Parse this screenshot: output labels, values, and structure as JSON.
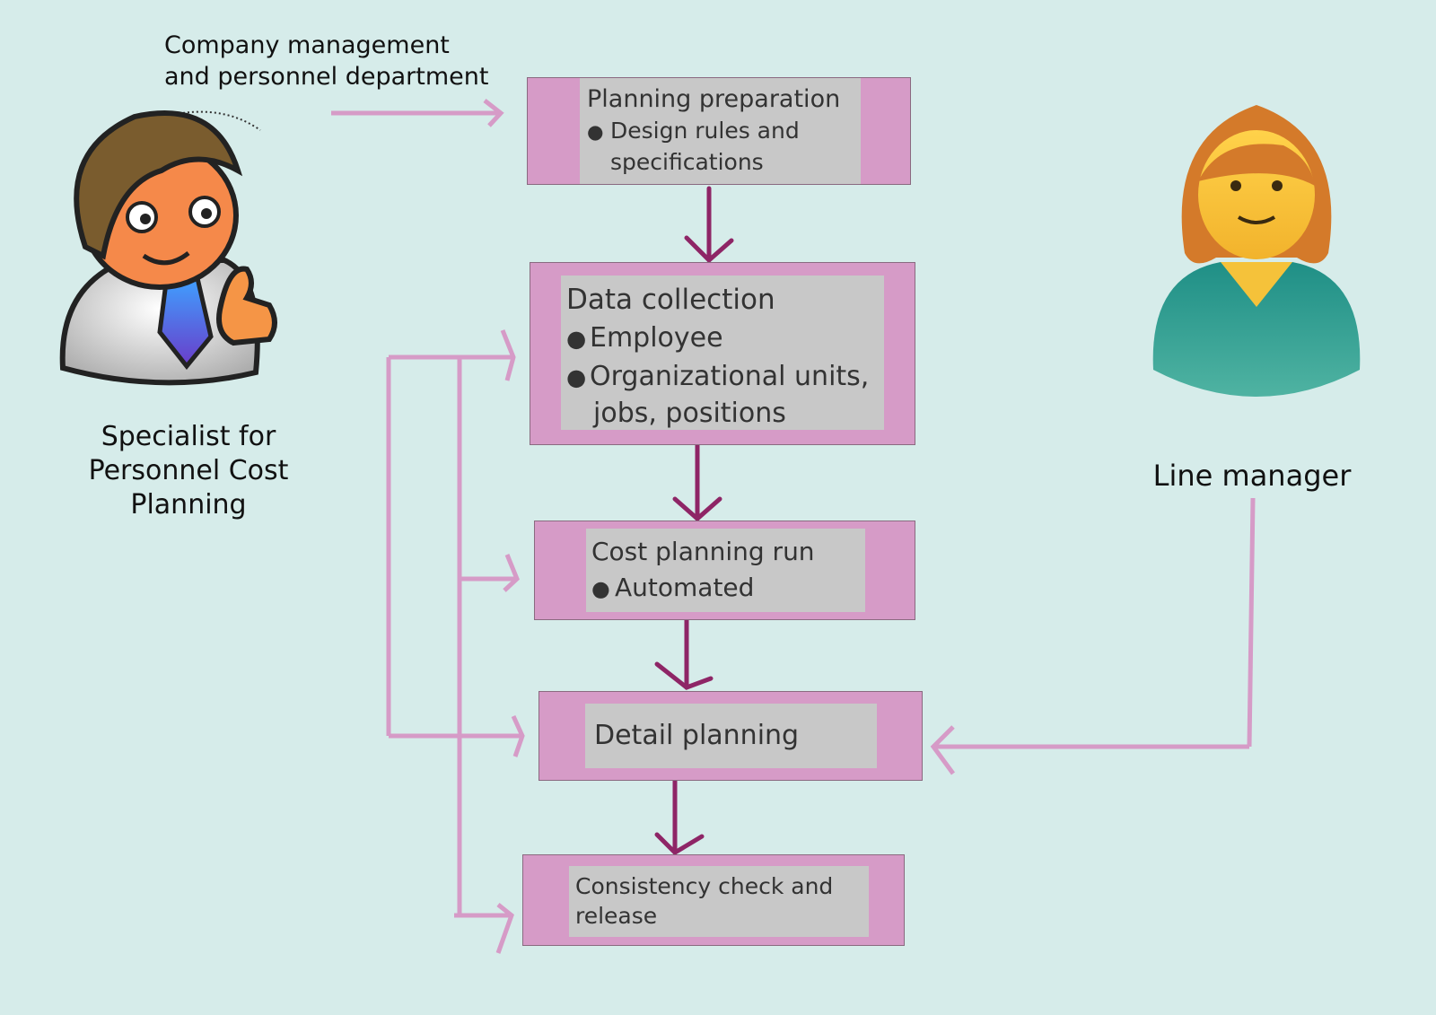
{
  "actors": {
    "mgmt_line1": "Company management",
    "mgmt_line2": "and personnel department",
    "specialist_line1": "Specialist for",
    "specialist_line2": "Personnel Cost",
    "specialist_line3": "Planning",
    "line_manager": "Line manager"
  },
  "steps": {
    "planning": {
      "title": "Planning preparation",
      "bullet1_a": "Design rules and",
      "bullet1_b": "specifications"
    },
    "data": {
      "title": "Data collection",
      "bullet1": "Employee",
      "bullet2_a": "Organizational units,",
      "bullet2_b": "jobs, positions"
    },
    "cost": {
      "title": "Cost planning run",
      "bullet1": "Automated"
    },
    "detail": {
      "title": "Detail planning"
    },
    "consistency": {
      "title_a": "Consistency check and",
      "title_b": "release"
    }
  },
  "colors": {
    "background": "#d6ecea",
    "box_outer": "#d69bc7",
    "box_inner": "#c8c8c8",
    "flow_arrow": "#8e2566",
    "side_arrow": "#d69bc7"
  },
  "icons": {
    "specialist": "man-thumbs-up-icon",
    "line_manager": "woman-avatar-icon"
  }
}
